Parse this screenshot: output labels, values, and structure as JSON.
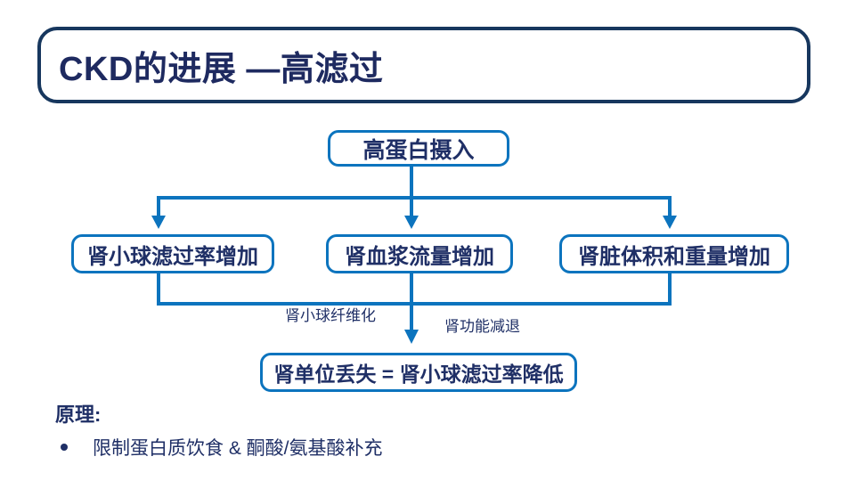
{
  "slide": {
    "title": "CKD的进展 —高滤过",
    "flowchart": {
      "top_box": "高蛋白摄入",
      "branch_boxes": [
        "肾小球滤过率增加",
        "肾血浆流量增加",
        "肾脏体积和重量增加"
      ],
      "edge_labels": [
        "肾小球纤维化",
        "肾功能减退"
      ],
      "result_box": "肾单位丢失 = 肾小球滤过率降低"
    },
    "notes": {
      "heading": "原理:",
      "bullet_icon": "disc-bullet",
      "bullet": "限制蛋白质饮食 & 酮酸/氨基酸补充"
    },
    "colors": {
      "navy_text": "#1F2F66",
      "flow_blue": "#0C74BE",
      "title_border": "#17375E",
      "background": "#FFFFFF"
    }
  }
}
